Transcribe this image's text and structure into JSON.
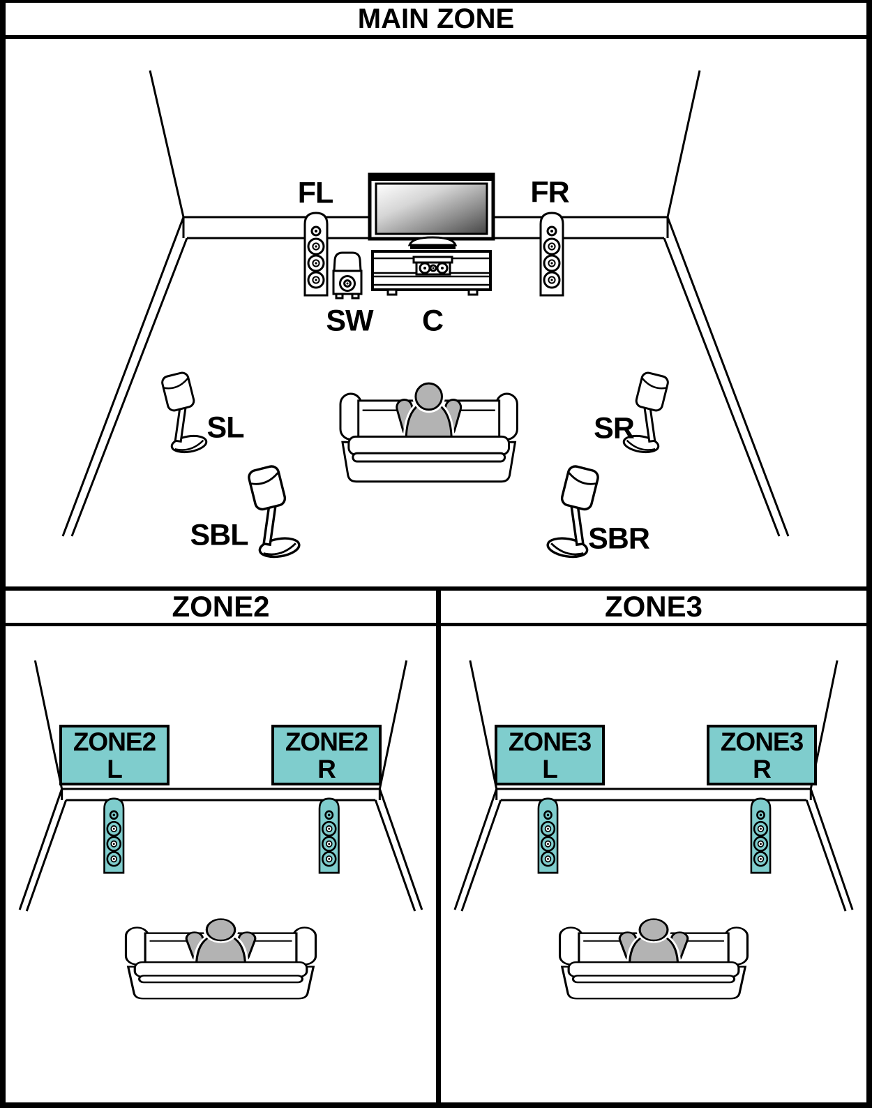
{
  "colors": {
    "teal": "#7fcdcd",
    "gray": "#b3b3b3"
  },
  "main_zone": {
    "title": "MAIN ZONE",
    "speakers": {
      "fl": "FL",
      "fr": "FR",
      "sw": "SW",
      "c": "C",
      "sl": "SL",
      "sr": "SR",
      "sbl": "SBL",
      "sbr": "SBR"
    }
  },
  "zone2": {
    "header": "ZONE2",
    "left_box": {
      "line1": "ZONE2",
      "line2": "L"
    },
    "right_box": {
      "line1": "ZONE2",
      "line2": "R"
    }
  },
  "zone3": {
    "header": "ZONE3",
    "left_box": {
      "line1": "ZONE3",
      "line2": "L"
    },
    "right_box": {
      "line1": "ZONE3",
      "line2": "R"
    }
  }
}
